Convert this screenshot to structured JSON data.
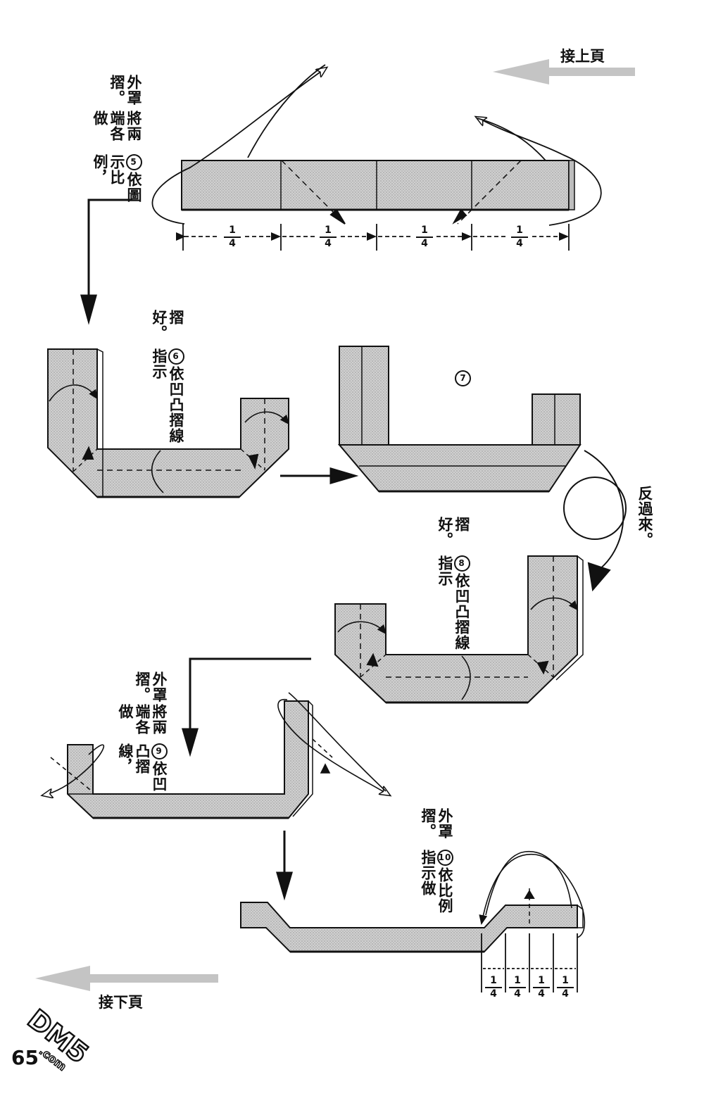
{
  "nav": {
    "prev_page": "接上頁",
    "next_page": "接下頁"
  },
  "page_number": "65",
  "steps": [
    {
      "number": "5",
      "line1": "依圖示比例，",
      "line2": "將兩端各做",
      "line3": "外罩摺。"
    },
    {
      "number": "6",
      "line1": "依凹凸摺線指示",
      "line2": "摺好。"
    },
    {
      "number": "7"
    },
    {
      "number": "8",
      "line1": "依凹凸摺線指示",
      "line2": "摺好。"
    },
    {
      "number": "9",
      "line1": "依凹凸摺線，",
      "line2": "將兩端各做",
      "line3": "外罩摺。"
    },
    {
      "number": "10",
      "line1": "依比例指示做",
      "line2": "外罩摺。"
    }
  ],
  "flip_label": "反過來。",
  "fraction": {
    "numerator": "1",
    "denominator": "4"
  },
  "colors": {
    "paper": "#c8c8c8",
    "ink": "#111111",
    "nav_arrow": "#c4c4c4"
  },
  "logo": {
    "text": "DM5",
    "suffix": ".com"
  }
}
